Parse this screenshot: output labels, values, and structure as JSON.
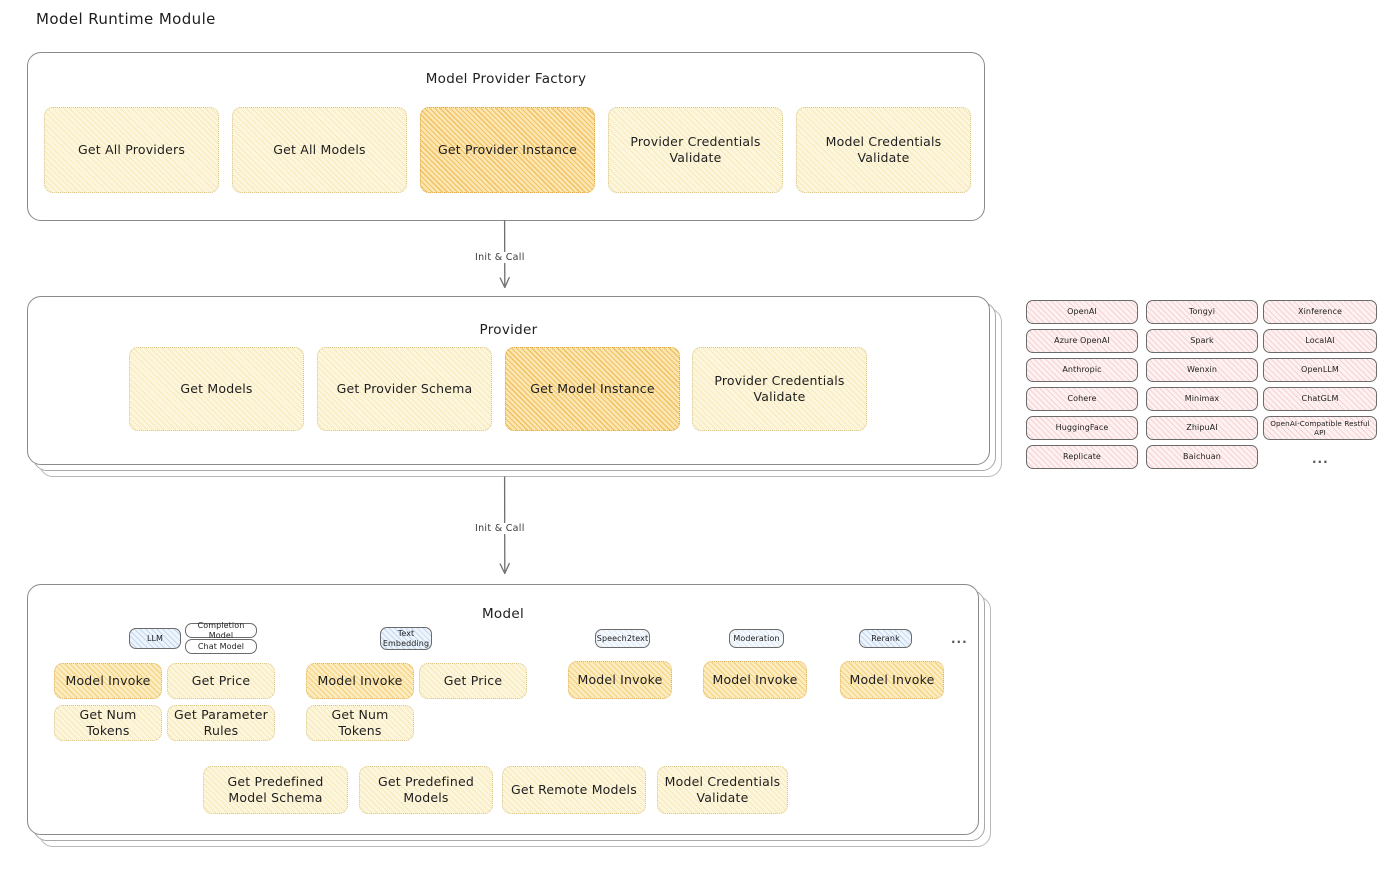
{
  "diagram": {
    "title": "Model Runtime Module"
  },
  "factory": {
    "title": "Model Provider Factory",
    "nodes": [
      {
        "label": "Get All Providers",
        "highlight": false
      },
      {
        "label": "Get All Models",
        "highlight": false
      },
      {
        "label": "Get Provider Instance",
        "highlight": true
      },
      {
        "label": "Provider Credentials Validate",
        "highlight": false
      },
      {
        "label": "Model Credentials Validate",
        "highlight": false
      }
    ]
  },
  "arrows": [
    {
      "label": "Init & Call"
    },
    {
      "label": "Init & Call"
    }
  ],
  "provider": {
    "title": "Provider",
    "nodes": [
      {
        "label": "Get Models",
        "highlight": false
      },
      {
        "label": "Get Provider Schema",
        "highlight": false
      },
      {
        "label": "Get Model Instance",
        "highlight": true
      },
      {
        "label": "Provider Credentials Validate",
        "highlight": false
      }
    ]
  },
  "provider_list": {
    "column1": [
      "OpenAI",
      "Azure OpenAI",
      "Anthropic",
      "Cohere",
      "HuggingFace",
      "Replicate"
    ],
    "column2": [
      "Tongyi",
      "Spark",
      "Wenxin",
      "Minimax",
      "ZhipuAI",
      "Baichuan"
    ],
    "column3": [
      "Xinference",
      "LocalAI",
      "OpenLLM",
      "ChatGLM",
      "OpenAI-Compatible Restful API"
    ],
    "more": "..."
  },
  "model": {
    "title": "Model",
    "more": "...",
    "types": [
      {
        "badge": "LLM",
        "sub_badges": [
          "Completion Model",
          "Chat Model"
        ],
        "methods_row1": [
          {
            "label": "Model Invoke",
            "highlight": true
          },
          {
            "label": "Get Price",
            "highlight": false
          }
        ],
        "methods_row2": [
          {
            "label": "Get Num Tokens",
            "highlight": false
          },
          {
            "label": "Get Parameter Rules",
            "highlight": false
          }
        ]
      },
      {
        "badge": "Text Embedding",
        "sub_badges": [],
        "methods_row1": [
          {
            "label": "Model Invoke",
            "highlight": true
          },
          {
            "label": "Get Price",
            "highlight": false
          }
        ],
        "methods_row2": [
          {
            "label": "Get Num Tokens",
            "highlight": false
          }
        ]
      },
      {
        "badge": "Speech2text",
        "sub_badges": [],
        "methods_row1": [
          {
            "label": "Model Invoke",
            "highlight": true
          }
        ],
        "methods_row2": []
      },
      {
        "badge": "Moderation",
        "sub_badges": [],
        "methods_row1": [
          {
            "label": "Model Invoke",
            "highlight": true
          }
        ],
        "methods_row2": []
      },
      {
        "badge": "Rerank",
        "sub_badges": [],
        "methods_row1": [
          {
            "label": "Model Invoke",
            "highlight": true
          }
        ],
        "methods_row2": []
      }
    ],
    "common_methods": [
      "Get Predefined Model Schema",
      "Get Predefined Models",
      "Get Remote Models",
      "Model Credentials Validate"
    ]
  },
  "colors": {
    "yellow_fill": "#fdf6df",
    "amber_fill": "#fbe6b4",
    "rose_fill": "#fdf1f1",
    "blue_fill": "#eef4fb",
    "stroke": "#8a8a8a",
    "text": "#1e1e1e"
  }
}
